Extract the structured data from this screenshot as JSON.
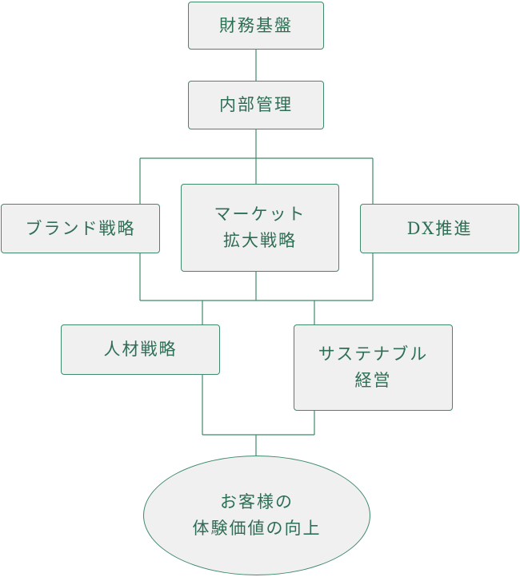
{
  "colors": {
    "box_fill": "#eff0ef",
    "box_border": "#3e8a6a",
    "text": "#2e6e55",
    "line": "#3e8a6a"
  },
  "nodes": {
    "finance": {
      "label": "財務基盤"
    },
    "internal": {
      "label": "内部管理"
    },
    "brand": {
      "label": "ブランド戦略"
    },
    "marketing": {
      "line1": "マーケット",
      "line2": "拡大戦略"
    },
    "dx": {
      "label": "DX推進"
    },
    "hr": {
      "label": "人材戦略"
    },
    "sustainable": {
      "line1": "サステナブル",
      "line2": "経営"
    },
    "goal": {
      "line1": "お客様の",
      "line2": "体験価値の向上"
    }
  }
}
